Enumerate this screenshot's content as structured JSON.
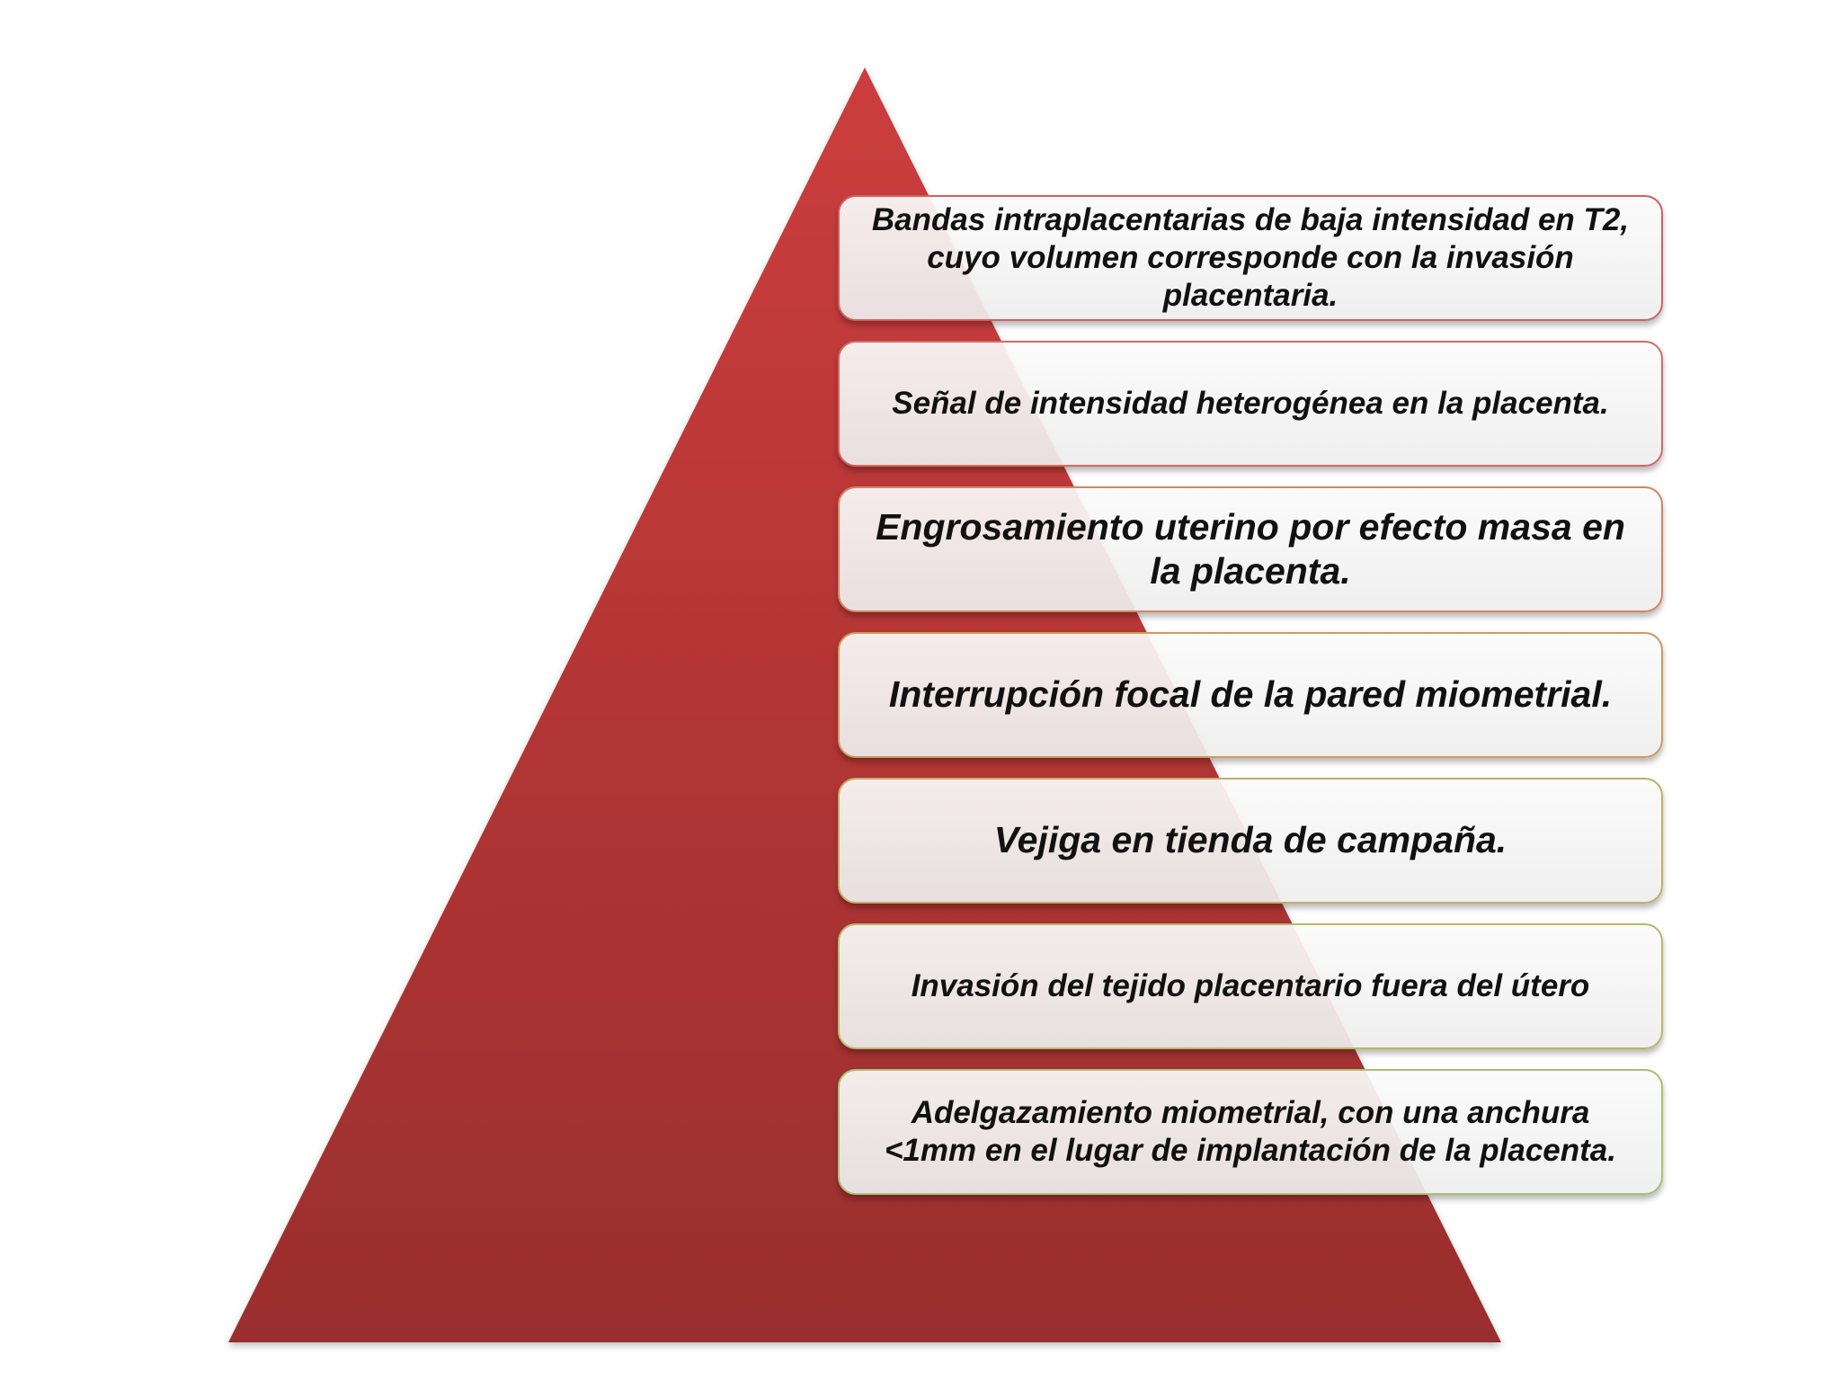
{
  "diagram": {
    "type": "pyramid",
    "colors": {
      "pyramid_top": "#cc3d3d",
      "pyramid_bottom": "#9a2e2e",
      "box_fill": "#f4f4f4",
      "box_border_top": "#d26060",
      "box_border_bottom": "#a9c06f"
    },
    "items": [
      {
        "label": "Bandas intraplacentarias de baja intensidad en T2, cuyo volumen corresponde con la invasión placentaria."
      },
      {
        "label": "Señal de intensidad heterogénea en la placenta."
      },
      {
        "label": "Engrosamiento uterino por efecto masa en la placenta."
      },
      {
        "label": "Interrupción focal de la pared miometrial."
      },
      {
        "label": "Vejiga en tienda de campaña."
      },
      {
        "label": "Invasión del tejido placentario fuera del útero"
      },
      {
        "label": "Adelgazamiento miometrial, con una anchura <1mm en el lugar de implantación de la placenta."
      }
    ]
  }
}
